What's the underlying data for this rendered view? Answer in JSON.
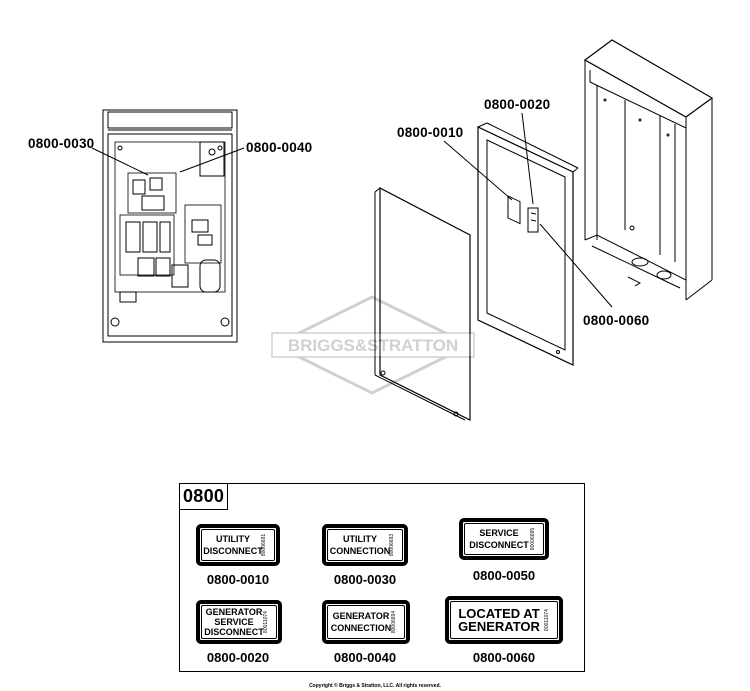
{
  "callouts": {
    "c0030": "0800-0030",
    "c0040": "0800-0040",
    "c0010": "0800-0010",
    "c0020": "0800-0020",
    "c0060": "0800-0060"
  },
  "watermark": "BRIGGS&STRATTON",
  "legend": {
    "title": "0800",
    "decals": [
      {
        "text": "UTILITY\nDISCONNECT",
        "num": "80006691",
        "part": "0800-0010"
      },
      {
        "text": "UTILITY\nCONNECTION",
        "num": "80006693",
        "part": "0800-0030"
      },
      {
        "text": "SERVICE\nDISCONNECT",
        "num": "80006695",
        "part": "0800-0050"
      },
      {
        "text": "GENERATOR\nSERVICE\nDISCONNECT",
        "num": "80011074",
        "part": "0800-0020"
      },
      {
        "text": "GENERATOR\nCONNECTION",
        "num": "80006694",
        "part": "0800-0040"
      },
      {
        "text": "LOCATED AT\nGENERATOR",
        "num": "80011074",
        "part": "0800-0060"
      }
    ]
  },
  "copyright": "Copyright © Briggs & Stratton, LLC. All rights reserved."
}
